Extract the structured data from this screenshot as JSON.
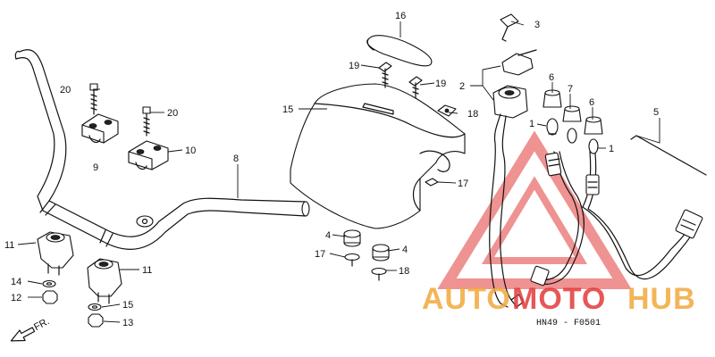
{
  "diagram": {
    "code": "HN49 - F0501",
    "direction_label": "FR.",
    "labels": [
      {
        "id": "p2",
        "text": "2"
      },
      {
        "id": "p3",
        "text": "3"
      },
      {
        "id": "p4a",
        "text": "4"
      },
      {
        "id": "p4b",
        "text": "4"
      },
      {
        "id": "p5",
        "text": "5"
      },
      {
        "id": "p6a",
        "text": "6"
      },
      {
        "id": "p6b",
        "text": "6"
      },
      {
        "id": "p7",
        "text": "7"
      },
      {
        "id": "p1a",
        "text": "1"
      },
      {
        "id": "p1b",
        "text": "1"
      },
      {
        "id": "p8",
        "text": "8"
      },
      {
        "id": "p9",
        "text": "9"
      },
      {
        "id": "p10",
        "text": "10"
      },
      {
        "id": "p11a",
        "text": "11"
      },
      {
        "id": "p11b",
        "text": "11"
      },
      {
        "id": "p12",
        "text": "12"
      },
      {
        "id": "p13",
        "text": "13"
      },
      {
        "id": "p14",
        "text": "14"
      },
      {
        "id": "p15a",
        "text": "15"
      },
      {
        "id": "p15b",
        "text": "15"
      },
      {
        "id": "p16",
        "text": "16"
      },
      {
        "id": "p17a",
        "text": "17"
      },
      {
        "id": "p17b",
        "text": "17"
      },
      {
        "id": "p18a",
        "text": "18"
      },
      {
        "id": "p18b",
        "text": "18"
      },
      {
        "id": "p19a",
        "text": "19"
      },
      {
        "id": "p19b",
        "text": "19"
      },
      {
        "id": "p20a",
        "text": "20"
      },
      {
        "id": "p20b",
        "text": "20"
      }
    ]
  },
  "watermark": {
    "text_part1": "AUTO",
    "text_part2": "MOTO",
    "text_part3": "HUB",
    "colors": {
      "triangle": "#e23a3a",
      "auto": "#f2a93b",
      "moto": "#e23a3a",
      "hub": "#f2a93b"
    }
  }
}
